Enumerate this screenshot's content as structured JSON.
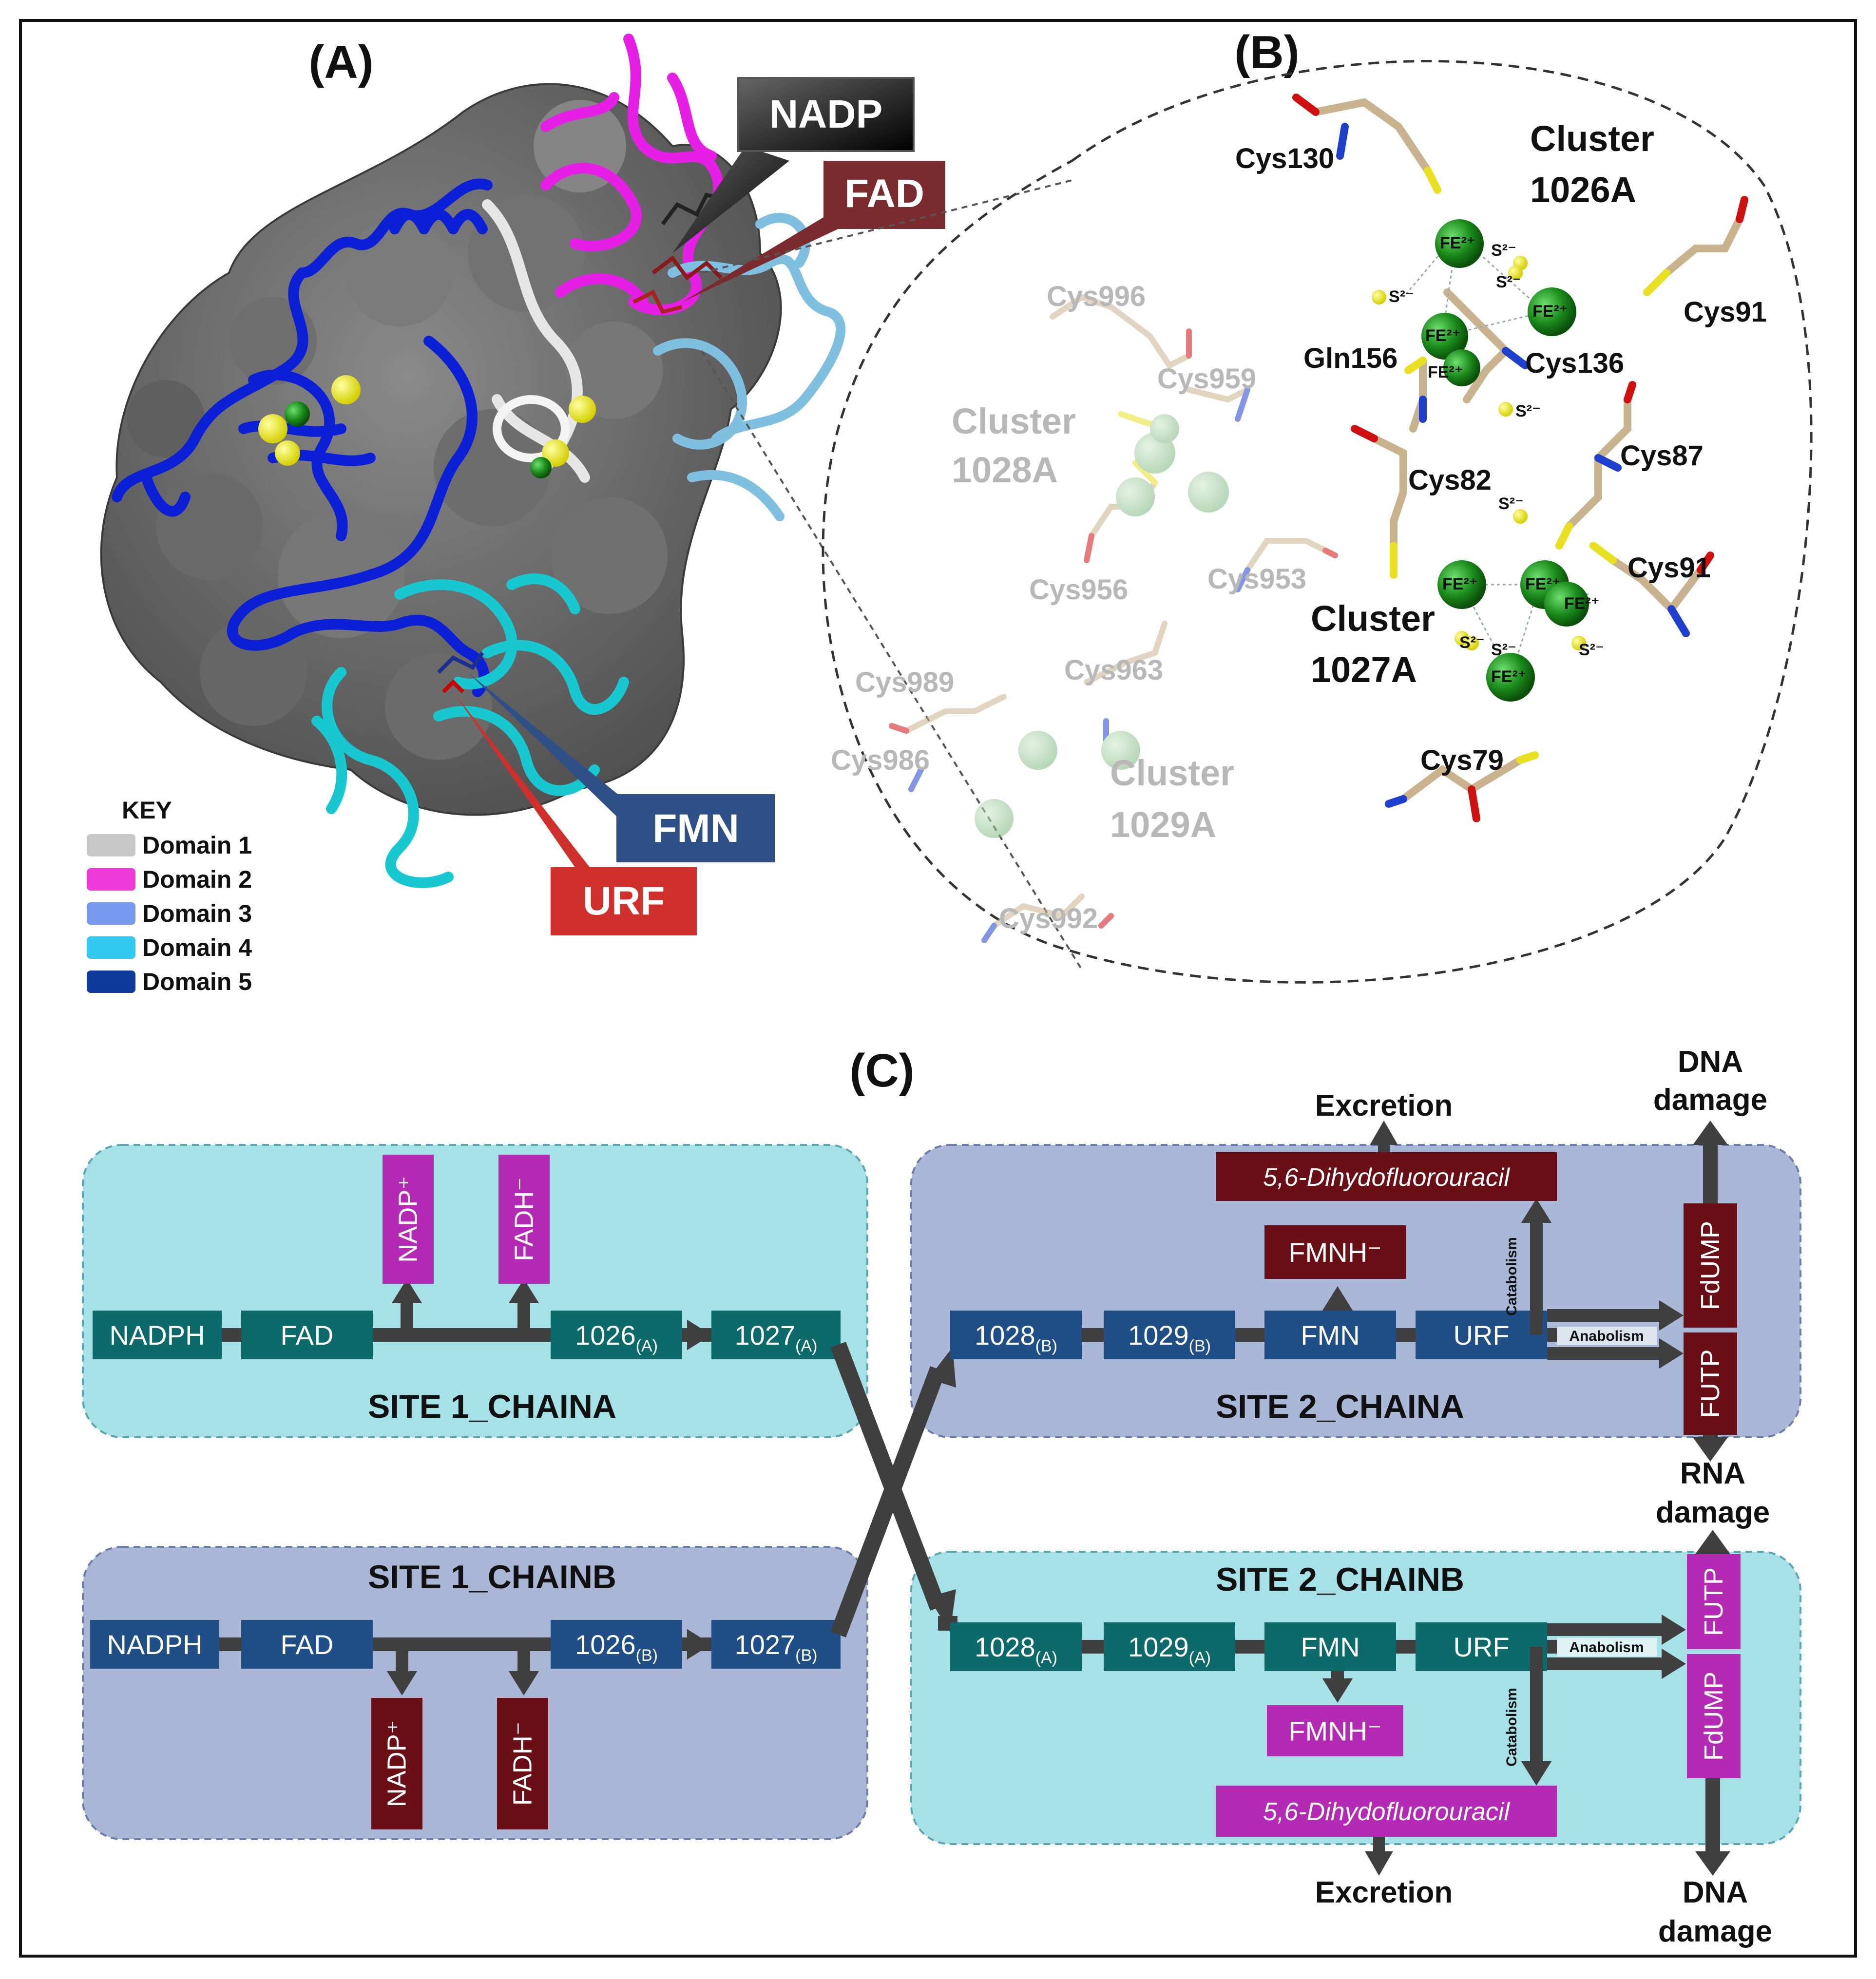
{
  "panels": {
    "a": "(A)",
    "b": "(B)",
    "c": "(C)"
  },
  "panel_a": {
    "callouts": [
      {
        "key": "nadp",
        "label": "NADP",
        "color": "#1b1b1b"
      },
      {
        "key": "fad",
        "label": "FAD",
        "color": "#7b2a2e"
      },
      {
        "key": "fmn",
        "label": "FMN",
        "color": "#2f4f87"
      },
      {
        "key": "urf",
        "label": "URF",
        "color": "#d0302c"
      }
    ],
    "key_title": "KEY",
    "legend": [
      {
        "label": "Domain 1",
        "color": "#c8c8c8"
      },
      {
        "label": "Domain 2",
        "color": "#ee3ad8"
      },
      {
        "label": "Domain 3",
        "color": "#7799ee"
      },
      {
        "label": "Domain 4",
        "color": "#33c8f0"
      },
      {
        "label": "Domain 5",
        "color": "#0e3a9e"
      }
    ]
  },
  "panel_b": {
    "dark_labels": [
      "Cluster",
      "1026A",
      "Cys130",
      "Cys91",
      "Gln156",
      "Cys136",
      "Cys87",
      "Cys82",
      "Cys91",
      "Cluster",
      "1027A",
      "Cys79"
    ],
    "faded_labels": [
      "Cys996",
      "Cys959",
      "Cluster",
      "1028A",
      "Cys956",
      "Cys953",
      "Cys989",
      "Cys963",
      "Cys986",
      "Cluster",
      "1029A",
      "Cys992"
    ],
    "fe_label": "FE²⁺",
    "s_label": "S²⁻"
  },
  "panel_c": {
    "site1a": {
      "title": "SITE 1_CHAINA",
      "chain": [
        "NADPH",
        "FAD",
        "1026",
        "1027"
      ],
      "chain_sub": [
        "",
        "",
        "(A)",
        "(A)"
      ],
      "products": [
        "NADP⁺",
        "FADH⁻"
      ]
    },
    "site1b": {
      "title": "SITE 1_CHAINB",
      "chain": [
        "NADPH",
        "FAD",
        "1026",
        "1027"
      ],
      "chain_sub": [
        "",
        "",
        "(B)",
        "(B)"
      ],
      "products": [
        "NADP⁺",
        "FADH⁻"
      ]
    },
    "site2a": {
      "title": "SITE 2_CHAINA",
      "chain": [
        "1028",
        "1029",
        "FMN",
        "URF"
      ],
      "chain_sub": [
        "(B)",
        "(B)",
        "",
        ""
      ],
      "fmnh": "FMNH⁻",
      "dihydro": "5,6-Dihydofluorouracil",
      "catabolism": "Catabolism",
      "anabolism": "Anabolism",
      "fdump": "FdUMP",
      "futp": "FUTP",
      "excretion": "Excretion",
      "dna_damage": [
        "DNA",
        "damage"
      ],
      "rna_damage": [
        "RNA",
        "damage"
      ]
    },
    "site2b": {
      "title": "SITE 2_CHAINB",
      "chain": [
        "1028",
        "1029",
        "FMN",
        "URF"
      ],
      "chain_sub": [
        "(A)",
        "(A)",
        "",
        ""
      ],
      "fmnh": "FMNH⁻",
      "dihydro": "5,6-Dihydofluorouracil",
      "catabolism": "Catabolism",
      "anabolism": "Anabolism",
      "futp": "FUTP",
      "fdump": "FdUMP",
      "excretion": "Excretion",
      "dna_damage": [
        "DNA",
        "damage"
      ]
    }
  }
}
